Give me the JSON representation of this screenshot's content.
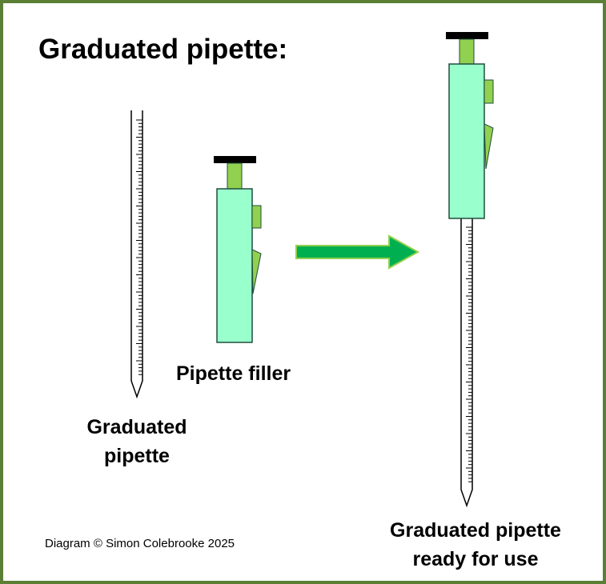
{
  "title": "Graduated pipette:",
  "labels": {
    "pipette_line1": "Graduated",
    "pipette_line2": "pipette",
    "filler": "Pipette filler",
    "ready_line1": "Graduated pipette",
    "ready_line2": "ready for use"
  },
  "credit": "Diagram © Simon Colebrooke 2025",
  "colors": {
    "border": "#5a7f35",
    "filler_body": "#99ffcc",
    "filler_button": "#92d050",
    "plunger_cap": "#000000",
    "arrow_fill": "#00b050",
    "arrow_outline": "#92d050",
    "outline": "#1f4e3d"
  },
  "icons": [
    "graduated-pipette-icon",
    "pipette-filler-icon",
    "right-arrow-icon",
    "assembled-pipette-icon"
  ]
}
